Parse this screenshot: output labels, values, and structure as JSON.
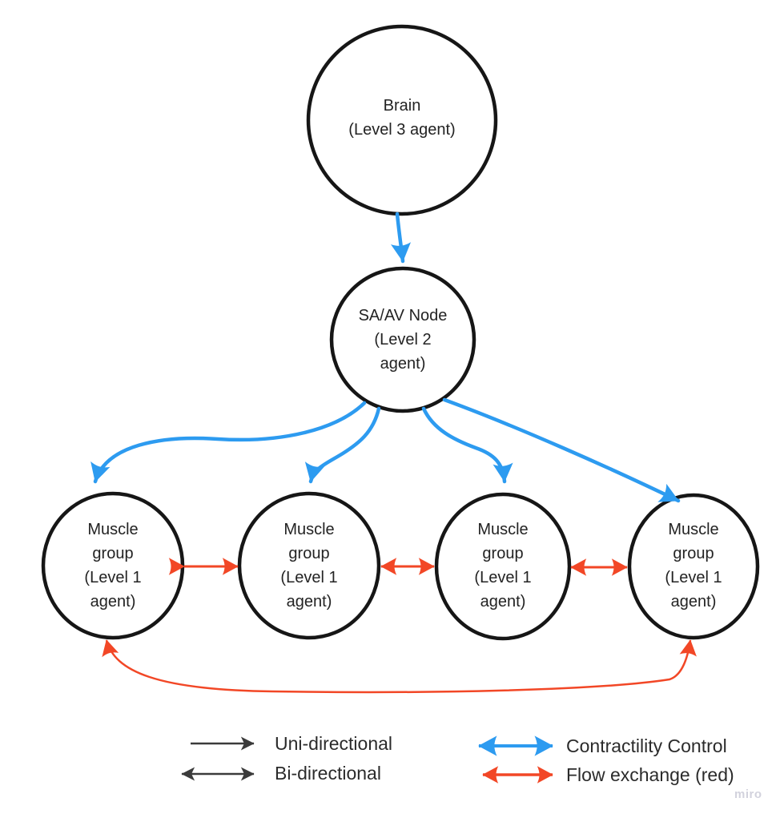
{
  "board": {
    "background": "#ffffff",
    "watermark": "miro"
  },
  "palette": {
    "node_stroke": "#161616",
    "node_fill": "#ffffff",
    "text": "#232323",
    "contractility_blue": "#2D9BF0",
    "flow_red": "#F24726",
    "legend_black": "#3b3b3b",
    "watermark_color": "#d2d2dd"
  },
  "nodes": {
    "brain": {
      "label": "Brain\n(Level 3 agent)"
    },
    "saav": {
      "label": "SA/AV Node\n(Level 2\nagent)"
    },
    "muscle1": {
      "label": "Muscle\ngroup\n(Level 1\nagent)"
    },
    "muscle2": {
      "label": "Muscle\ngroup\n(Level 1\nagent)"
    },
    "muscle3": {
      "label": "Muscle\ngroup\n(Level 1\nagent)"
    },
    "muscle4": {
      "label": "Muscle\ngroup\n(Level 1\nagent)"
    }
  },
  "connections": [
    {
      "from": "Brain (Level 3 agent)",
      "to": "SA/AV Node (Level 2 agent)",
      "kind": "Contractility Control",
      "direction": "uni-directional",
      "color": "#2D9BF0"
    },
    {
      "from": "SA/AV Node (Level 2 agent)",
      "to": "Muscle group 1 (Level 1 agent)",
      "kind": "Contractility Control",
      "direction": "uni-directional",
      "color": "#2D9BF0"
    },
    {
      "from": "SA/AV Node (Level 2 agent)",
      "to": "Muscle group 2 (Level 1 agent)",
      "kind": "Contractility Control",
      "direction": "uni-directional",
      "color": "#2D9BF0"
    },
    {
      "from": "SA/AV Node (Level 2 agent)",
      "to": "Muscle group 3 (Level 1 agent)",
      "kind": "Contractility Control",
      "direction": "uni-directional",
      "color": "#2D9BF0"
    },
    {
      "from": "SA/AV Node (Level 2 agent)",
      "to": "Muscle group 4 (Level 1 agent)",
      "kind": "Contractility Control",
      "direction": "uni-directional",
      "color": "#2D9BF0"
    },
    {
      "from": "Muscle group 1 (Level 1 agent)",
      "to": "Muscle group 2 (Level 1 agent)",
      "kind": "Flow exchange (red)",
      "direction": "bi-directional",
      "color": "#F24726"
    },
    {
      "from": "Muscle group 2 (Level 1 agent)",
      "to": "Muscle group 3 (Level 1 agent)",
      "kind": "Flow exchange (red)",
      "direction": "bi-directional",
      "color": "#F24726"
    },
    {
      "from": "Muscle group 3 (Level 1 agent)",
      "to": "Muscle group 4 (Level 1 agent)",
      "kind": "Flow exchange (red)",
      "direction": "bi-directional",
      "color": "#F24726"
    },
    {
      "from": "Muscle group 1 (Level 1 agent)",
      "to": "Muscle group 4 (Level 1 agent)",
      "kind": "Flow exchange (red)",
      "direction": "bi-directional",
      "color": "#F24726"
    }
  ],
  "legend": {
    "items": [
      {
        "id": "uni",
        "label": "Uni-directional",
        "color": "#3b3b3b",
        "direction": "uni"
      },
      {
        "id": "bi",
        "label": "Bi-directional",
        "color": "#3b3b3b",
        "direction": "bi"
      },
      {
        "id": "contractility",
        "label": "Contractility Control",
        "color": "#2D9BF0",
        "direction": "bi"
      },
      {
        "id": "flow",
        "label": "Flow exchange (red)",
        "color": "#F24726",
        "direction": "bi"
      }
    ]
  }
}
